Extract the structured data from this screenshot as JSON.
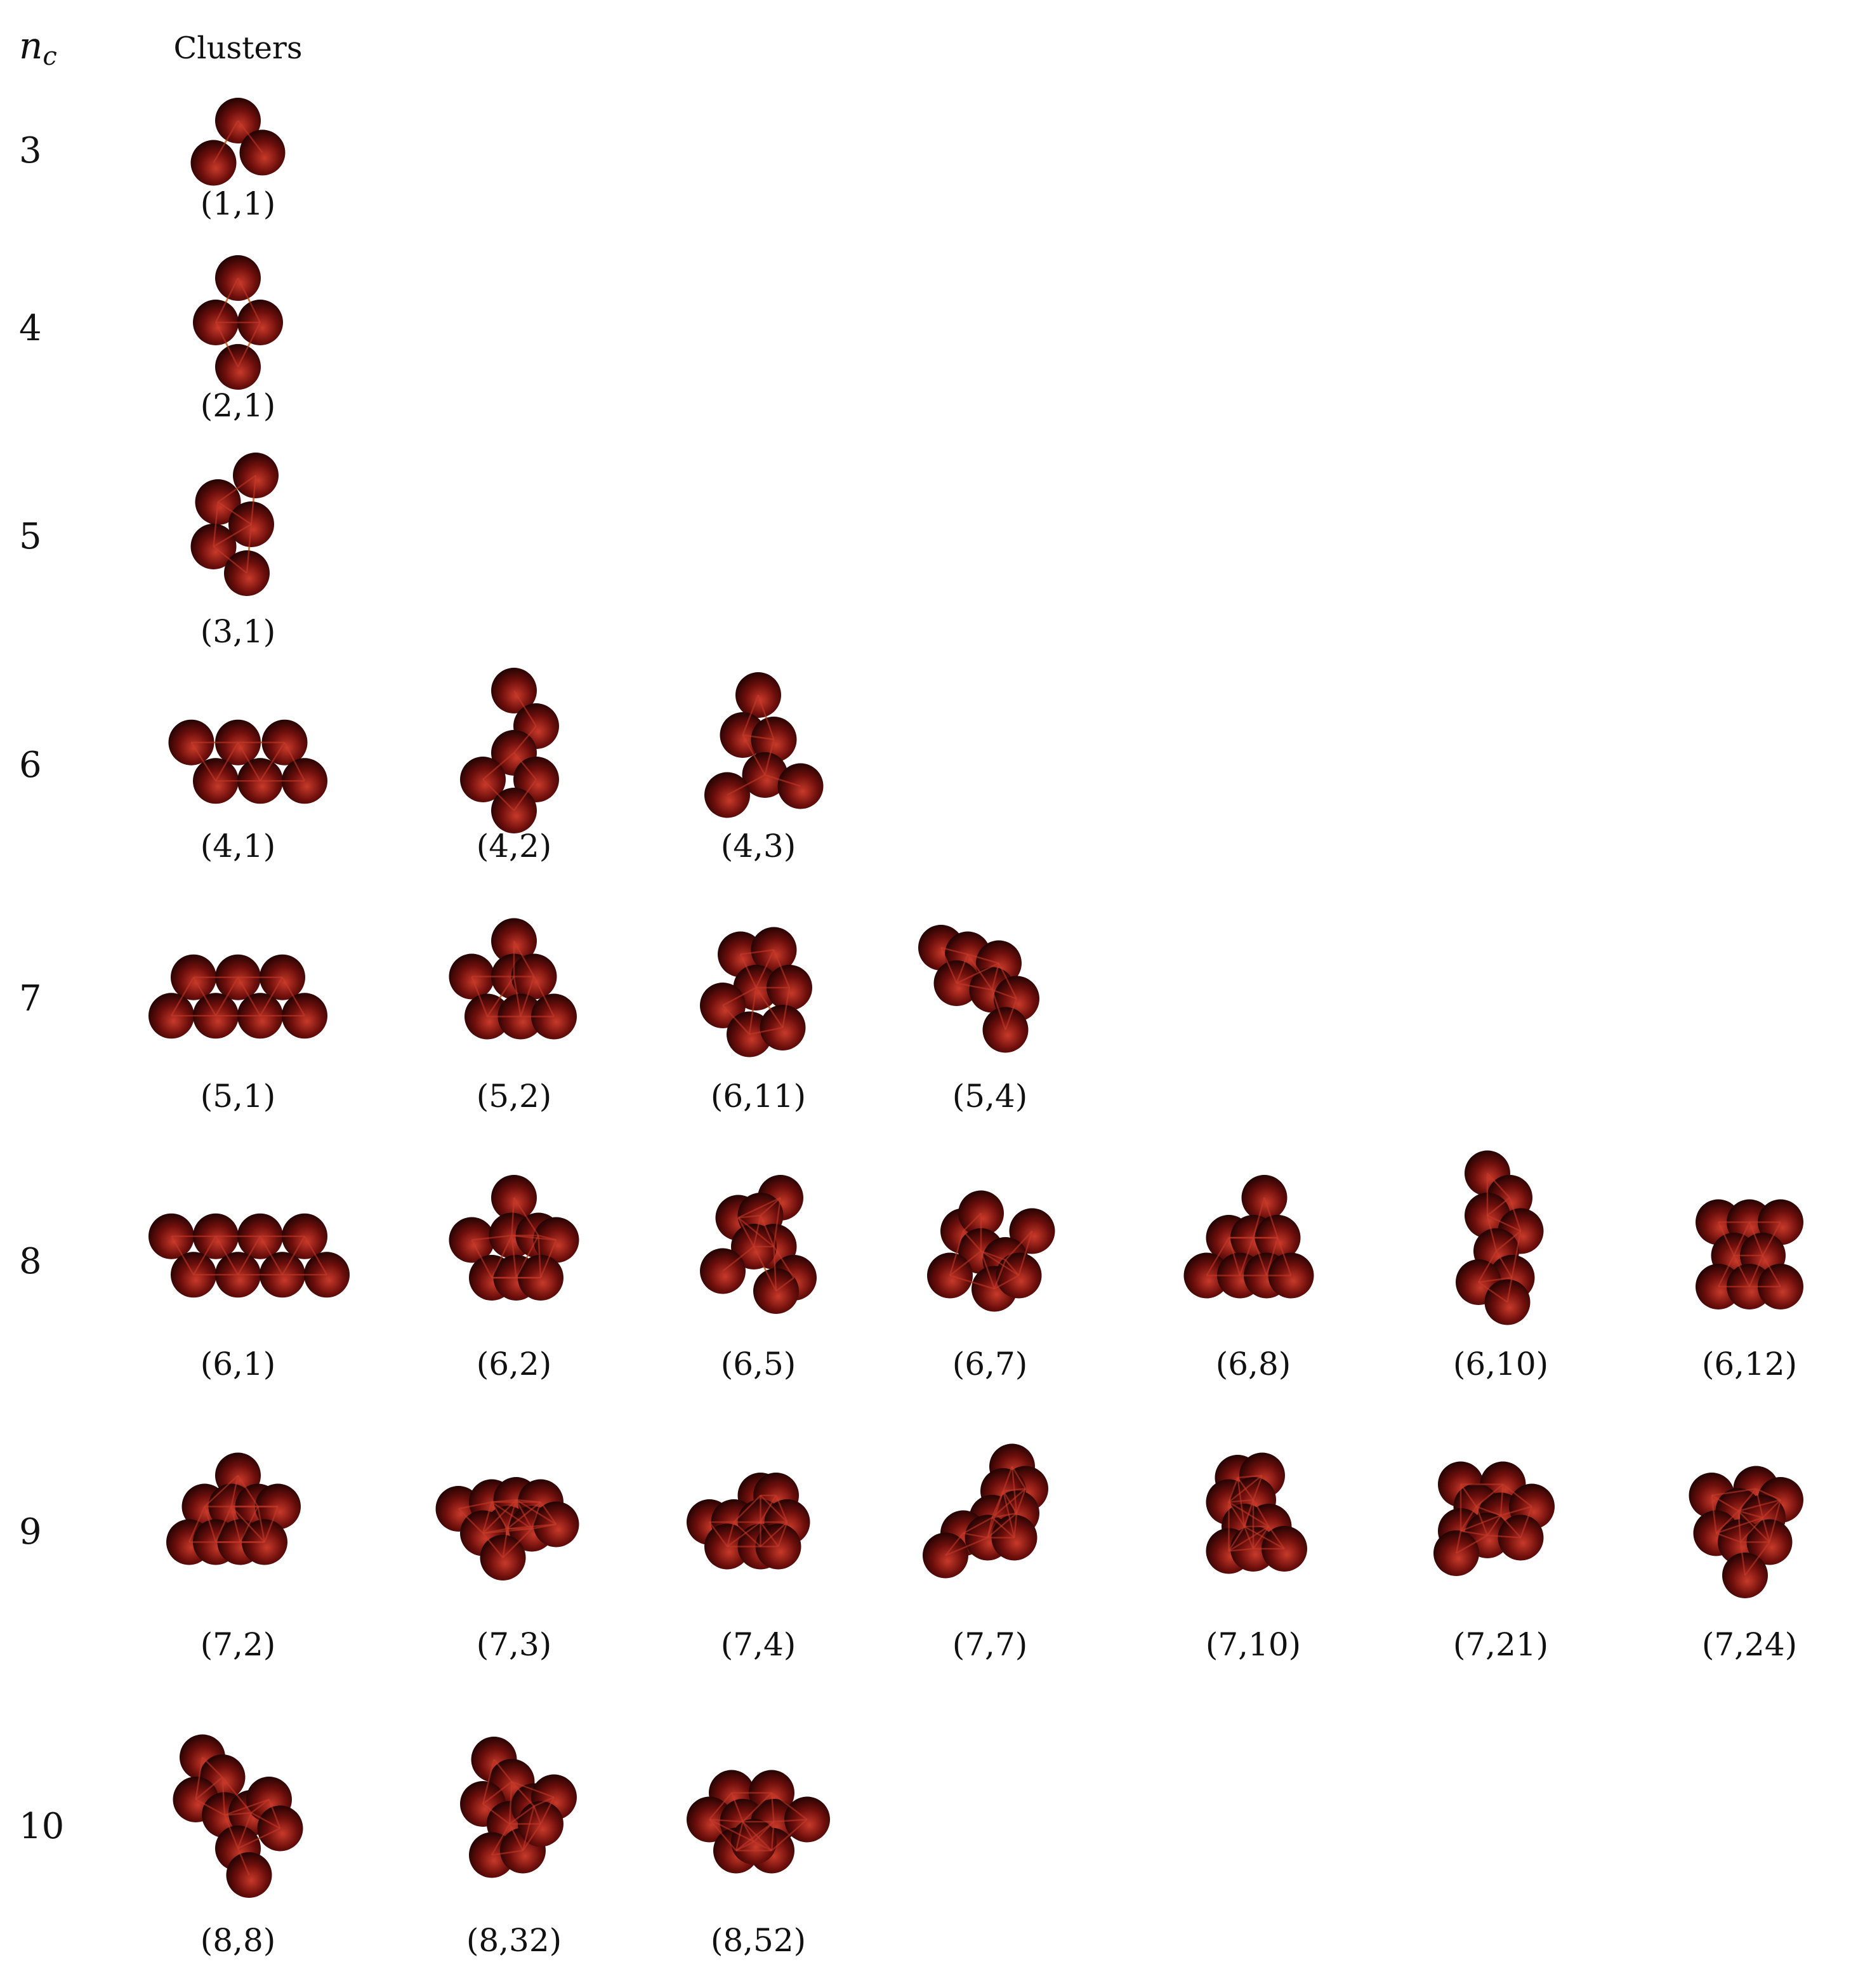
{
  "header": {
    "nc_label": "n",
    "nc_subscript": "c",
    "clusters_label": "Clusters"
  },
  "colors": {
    "sphere_light": "#c83a2a",
    "sphere_mid": "#6e0f0c",
    "sphere_dark": "#1e0302",
    "bond": "#d4a43a"
  },
  "rows": [
    {
      "nc": "3",
      "clusters": [
        {
          "label": "(1,1)"
        }
      ]
    },
    {
      "nc": "4",
      "clusters": [
        {
          "label": "(2,1)"
        }
      ]
    },
    {
      "nc": "5",
      "clusters": [
        {
          "label": "(3,1)"
        }
      ]
    },
    {
      "nc": "6",
      "clusters": [
        {
          "label": "(4,1)"
        },
        {
          "label": "(4,2)"
        },
        {
          "label": "(4,3)"
        }
      ]
    },
    {
      "nc": "7",
      "clusters": [
        {
          "label": "(5,1)"
        },
        {
          "label": "(5,2)"
        },
        {
          "label": "(6,11)"
        },
        {
          "label": "(5,4)"
        }
      ]
    },
    {
      "nc": "8",
      "clusters": [
        {
          "label": "(6,1)"
        },
        {
          "label": "(6,2)"
        },
        {
          "label": "(6,5)"
        },
        {
          "label": "(6,7)"
        },
        {
          "label": "(6,8)"
        },
        {
          "label": "(6,10)"
        },
        {
          "label": "(6,12)"
        }
      ]
    },
    {
      "nc": "9",
      "clusters": [
        {
          "label": "(7,2)"
        },
        {
          "label": "(7,3)"
        },
        {
          "label": "(7,4)"
        },
        {
          "label": "(7,7)"
        },
        {
          "label": "(7,10)"
        },
        {
          "label": "(7,21)"
        },
        {
          "label": "(7,24)"
        }
      ]
    },
    {
      "nc": "10",
      "clusters": [
        {
          "label": "(8,8)"
        },
        {
          "label": "(8,32)"
        },
        {
          "label": "(8,52)"
        }
      ]
    }
  ]
}
